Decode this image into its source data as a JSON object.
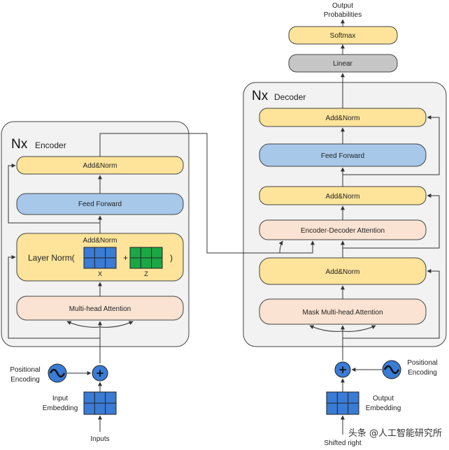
{
  "encoder": {
    "nx": "Nx",
    "title": "Encoder",
    "add_norm_top": "Add&Norm",
    "feed_forward": "Feed Forward",
    "add_norm_mid": "Add&Norm",
    "layer_norm": "Layer Norm(",
    "plus": "+",
    "paren_close": ")",
    "x_label": "X",
    "z_label": "Z",
    "multi_head": "Multi-head Attention"
  },
  "decoder": {
    "nx": "Nx",
    "title": "Decoder",
    "add_norm_1": "Add&Norm",
    "feed_forward": "Feed Forward",
    "add_norm_2": "Add&Norm",
    "enc_dec_attention": "Encoder-Decoder Attention",
    "add_norm_3": "Add&Norm",
    "mask_multi_head": "Mask Multi-head Attention"
  },
  "output_stack": {
    "linear": "Linear",
    "softmax": "Softmax",
    "output_line1": "Output",
    "output_line2": "Probabilities"
  },
  "inputs": {
    "pos_enc_line1": "Positional",
    "pos_enc_line2": "Encoding",
    "embed_line1": "Input",
    "embed_line2": "Embedding",
    "label": "Inputs"
  },
  "outputs": {
    "pos_enc_line1": "Positional",
    "pos_enc_line2": "Encoding",
    "embed_line1": "Output",
    "embed_line2": "Embedding",
    "label": "Shifted right"
  },
  "watermark": "头条 @人工智能研究所",
  "colors": {
    "yellow": "#fde49a",
    "blue": "#a8c8ea",
    "peach": "#fae3d2",
    "gray": "#c6c6c6",
    "cell_blue": "#3a7bd5",
    "cell_green": "#1aa845",
    "panel": "#f2f2f2"
  }
}
